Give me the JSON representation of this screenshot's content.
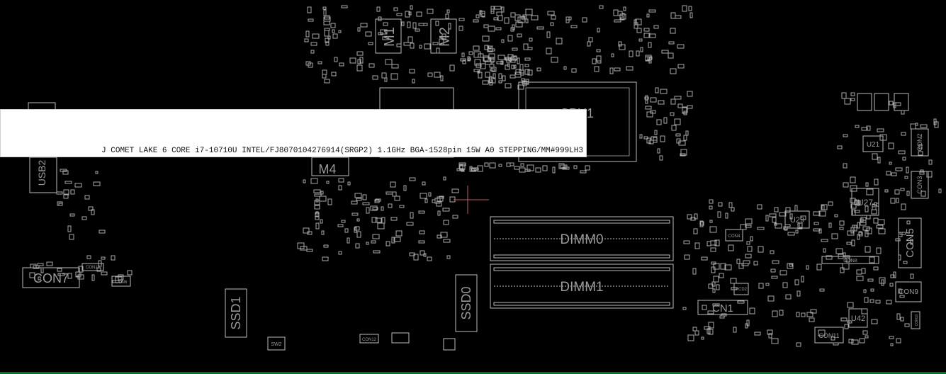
{
  "colors": {
    "background": "#000000",
    "silkscreen": "#bdbdbd",
    "crosshair": "#c06060",
    "tooltip_bg": "#ffffff",
    "status_line": "#0b6e2a"
  },
  "labels": {
    "m1": "M1",
    "m2": "M2",
    "m4": "M4",
    "cpu": "CPU1",
    "usb2": "USB2",
    "con7": "CON7",
    "ssd1": "SSD1",
    "ssd0": "SSD0",
    "dimm0": "DIMM0",
    "dimm1": "DIMM1",
    "cn1": "CN1",
    "u21": "U21",
    "u27": "U27",
    "u29": "U29",
    "u42": "U42",
    "con2": "CON2",
    "con3": "CON3",
    "con5": "CON5",
    "con9": "CON9",
    "con8": "CON8",
    "con11": "CON11",
    "con4": "CON4",
    "con6": "CON6",
    "con12": "CON12",
    "con13": "CON13",
    "con10": "CON10",
    "sw2": "SW2",
    "pcd2": "PCD2"
  },
  "tooltip": {
    "text": "J COMET LAKE 6 CORE i7-10710U INTEL/FJ8070104276914(SRGP2) 1.1GHz BGA-1528pin 15W A0 STEPPING/MM#999LH3"
  }
}
